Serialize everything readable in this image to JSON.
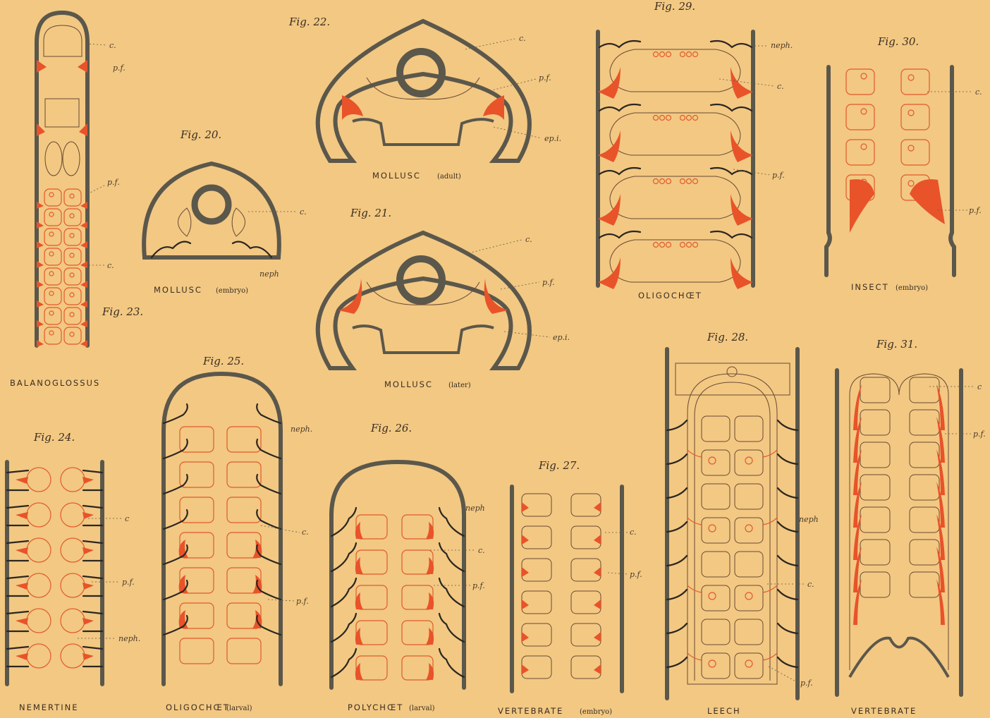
{
  "figures": {
    "fig20": "Fig. 20.",
    "fig21": "Fig. 21.",
    "fig22": "Fig. 22.",
    "fig23": "Fig. 23.",
    "fig24": "Fig. 24.",
    "fig25": "Fig. 25.",
    "fig26": "Fig. 26.",
    "fig27": "Fig. 27.",
    "fig28": "Fig. 28.",
    "fig29": "Fig. 29.",
    "fig30": "Fig. 30.",
    "fig31": "Fig. 31."
  },
  "captions": {
    "balanoglossus": "BALANOGLOSSUS",
    "mollusc_embryo": "MOLLUSC",
    "mollusc_embryo_sub": "(embryo)",
    "mollusc_adult": "MOLLUSC",
    "mollusc_adult_sub": "(adult)",
    "mollusc_later": "MOLLUSC",
    "mollusc_later_sub": "(later)",
    "oligochaet": "OLIGOCHŒT",
    "insect": "INSECT",
    "insect_sub": "(embryo)",
    "nemertine": "NEMERTINE",
    "oligochaet_larval": "OLIGOCHŒT",
    "oligochaet_larval_sub": "(larval)",
    "polychaet_larval": "POLYCHŒT",
    "polychaet_larval_sub": "(larval)",
    "vertebrate_embryo": "VERTEBRATE",
    "vertebrate_embryo_sub": "(embryo)",
    "leech": "LEECH",
    "vertebrate": "VERTEBRATE"
  },
  "labels": {
    "c": "c.",
    "c_plain": "c",
    "pf": "p.f.",
    "neph": "neph.",
    "neph_plain": "neph",
    "epi": "ep.i."
  },
  "colors": {
    "background": "#f2c883",
    "wall": "#5b574b",
    "red": "#e8532a",
    "outline": "#6a4a33",
    "nephridia": "#2b2620"
  }
}
